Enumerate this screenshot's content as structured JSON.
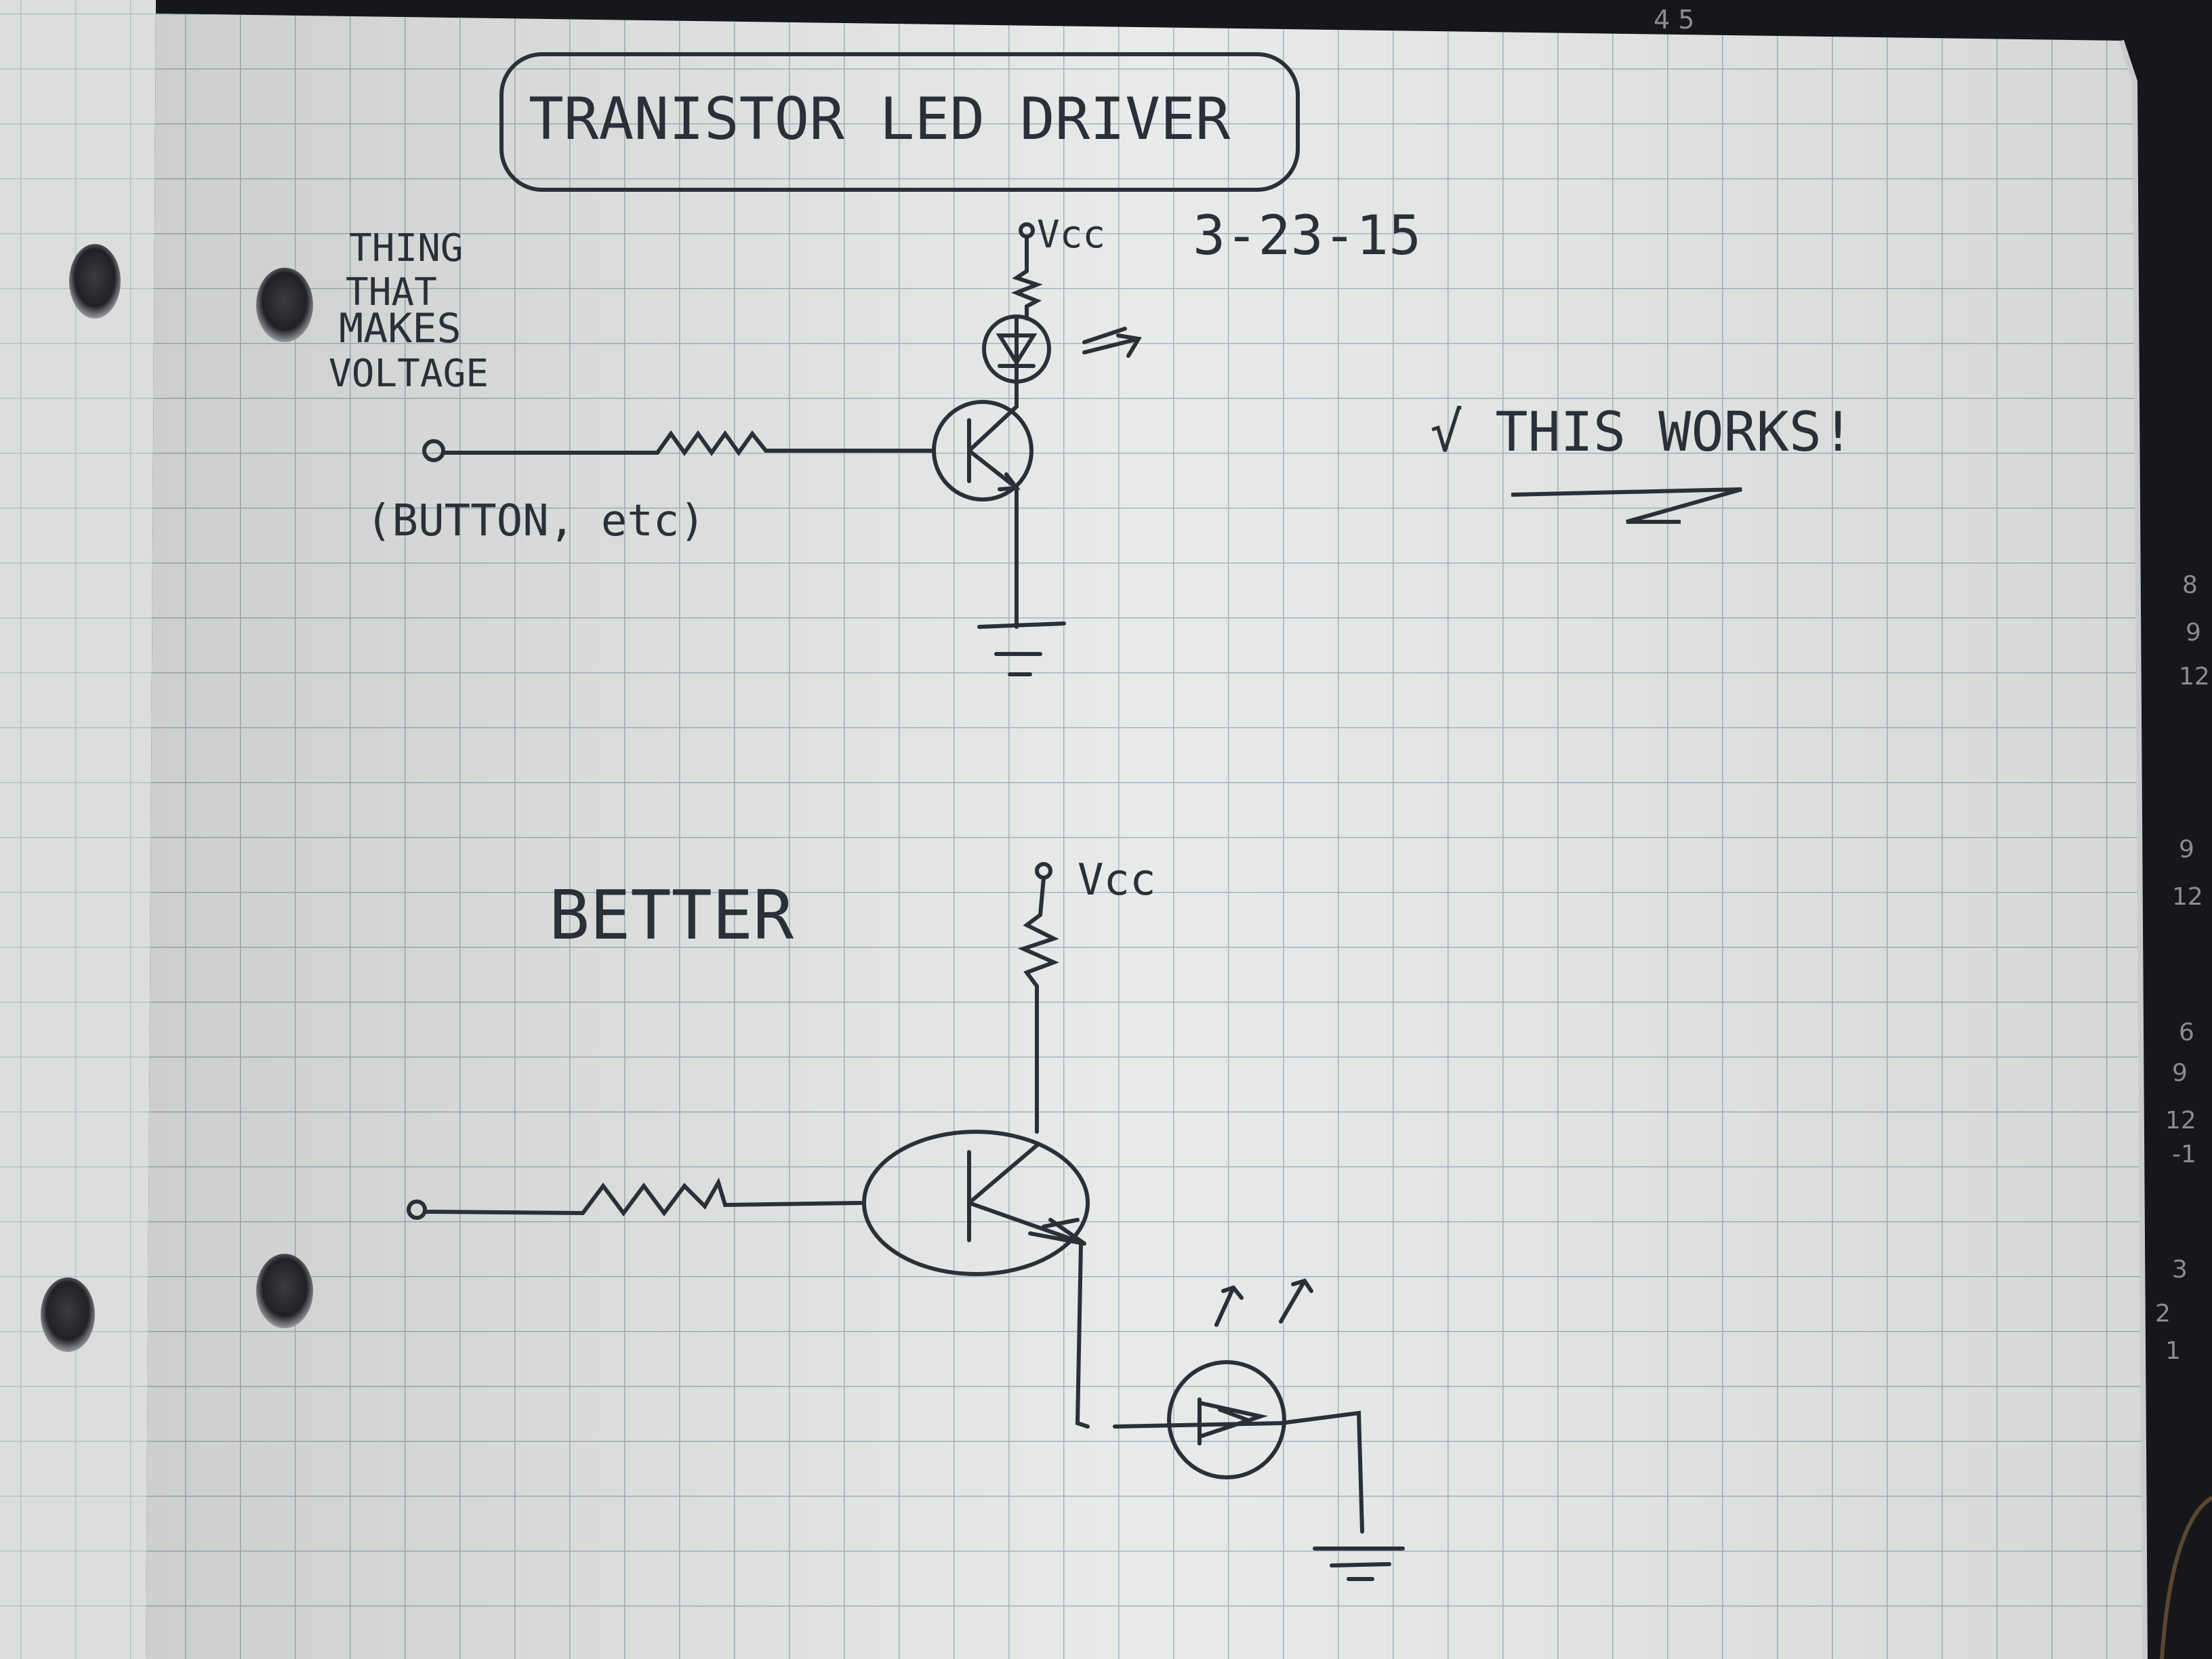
{
  "colors": {
    "background": "#15171a",
    "paper": "#e9eaea",
    "grid": "#a9b4be",
    "ink": "#2b2f38",
    "ruler_text": "#8a8c8f"
  },
  "notebook": {
    "title": "TRANISTOR   LED DRIVER",
    "date": "3-23-15",
    "vcc_label_top": "Vcc",
    "source_note": [
      "THING",
      "THAT",
      "MAKES",
      "VOLTAGE"
    ],
    "button_note": "(BUTTON, etc)",
    "check_note": "√ THIS WORKS!",
    "better_label": "BETTER",
    "vcc_label_bottom": "Vcc"
  },
  "ruler": {
    "marks": [
      "4 5",
      "8",
      "9",
      "12",
      "9",
      "12",
      "6",
      "9",
      "12",
      "-1",
      "3",
      "2",
      "1"
    ]
  }
}
